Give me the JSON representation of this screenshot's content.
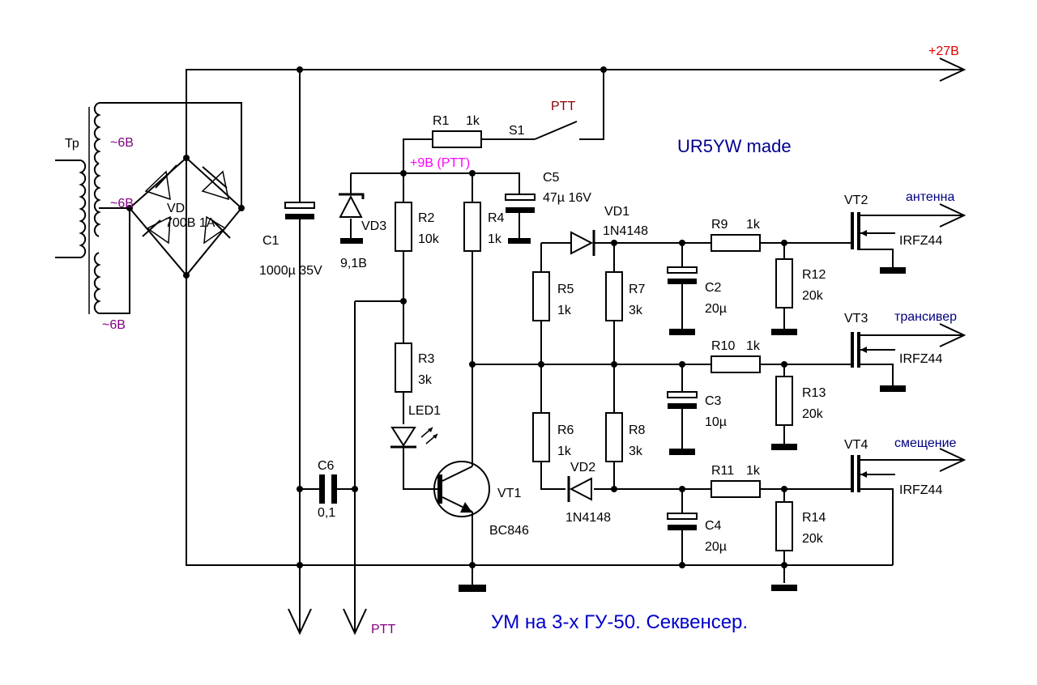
{
  "colors": {
    "wire": "#000000",
    "supply_label": "#e00000",
    "ptt_switch_label": "#8b0000",
    "rail_label": "#ff00ff",
    "winding_label": "#800080",
    "output_label": "#000080",
    "credit": "#00008b",
    "title": "#0000cd"
  },
  "labels": {
    "supply": "+27В",
    "ptt_rail": "+9В (PTT)",
    "ptt_switch": "PTT",
    "ptt_out": "PTT",
    "credit": "UR5YW made",
    "title": "УМ на 3-х ГУ-50. Секвенсер."
  },
  "transformer": {
    "name": "Тр",
    "windings": [
      "~6В",
      "~6В",
      "~6В"
    ]
  },
  "bridge": {
    "name": "VD",
    "rating": "700В 1А"
  },
  "capacitors": [
    {
      "name": "C1",
      "value": "1000µ 35V"
    },
    {
      "name": "C2",
      "value": "20µ"
    },
    {
      "name": "C3",
      "value": "10µ"
    },
    {
      "name": "C4",
      "value": "20µ"
    },
    {
      "name": "C5",
      "value": "47µ 16V"
    },
    {
      "name": "C6",
      "value": "0,1"
    }
  ],
  "resistors": [
    {
      "name": "R1",
      "value": "1k"
    },
    {
      "name": "R2",
      "value": "10k"
    },
    {
      "name": "R3",
      "value": "3k"
    },
    {
      "name": "R4",
      "value": "1k"
    },
    {
      "name": "R5",
      "value": "1k"
    },
    {
      "name": "R6",
      "value": "1k"
    },
    {
      "name": "R7",
      "value": "3k"
    },
    {
      "name": "R8",
      "value": "3k"
    },
    {
      "name": "R9",
      "value": "1k"
    },
    {
      "name": "R10",
      "value": "1k"
    },
    {
      "name": "R11",
      "value": "1k"
    },
    {
      "name": "R12",
      "value": "20k"
    },
    {
      "name": "R13",
      "value": "20k"
    },
    {
      "name": "R14",
      "value": "20k"
    }
  ],
  "diodes": [
    {
      "name": "VD1",
      "value": "1N4148"
    },
    {
      "name": "VD2",
      "value": "1N4148"
    },
    {
      "name": "VD3",
      "value": "9,1В"
    }
  ],
  "led": {
    "name": "LED1"
  },
  "switch": {
    "name": "S1"
  },
  "transistors": [
    {
      "name": "VT1",
      "part": "BC846"
    },
    {
      "name": "VT2",
      "part": "IRFZ44",
      "output": "антенна"
    },
    {
      "name": "VT3",
      "part": "IRFZ44",
      "output": "трансивер"
    },
    {
      "name": "VT4",
      "part": "IRFZ44",
      "output": "смещение"
    }
  ]
}
